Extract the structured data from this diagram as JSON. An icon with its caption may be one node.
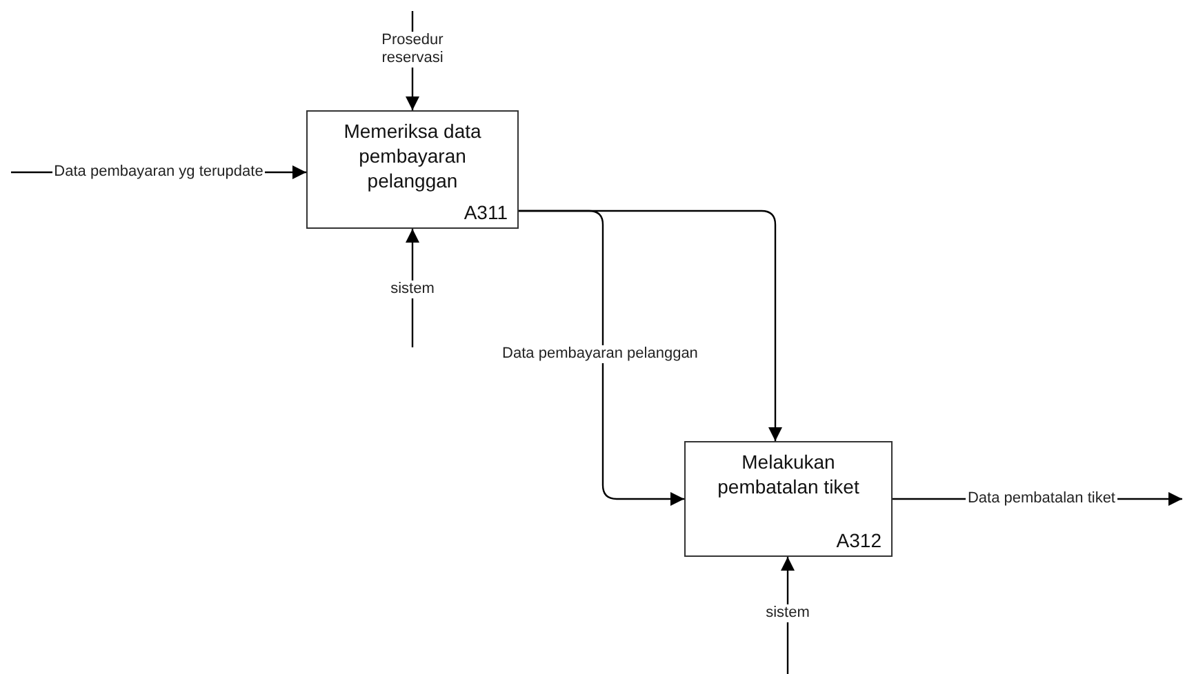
{
  "diagram": {
    "nodes": [
      {
        "text": [
          "Memeriksa data pembayaran pelanggan",
          "A311"
        ]
      },
      {
        "text": [
          "Melakukan pembatalan tiket",
          "A312"
        ]
      }
    ],
    "edges": [
      {
        "from": null,
        "to": 0,
        "arrow": "to",
        "label": "Prosedur reservasi"
      },
      {
        "from": null,
        "to": 0,
        "arrow": "to",
        "label": "Data pembayaran yg terupdate"
      },
      {
        "from": null,
        "to": 0,
        "arrow": "to",
        "label": "sistem"
      },
      {
        "from": 0,
        "to": 1,
        "arrow": "to",
        "label": "Data pembayaran pelanggan"
      },
      {
        "from": 0,
        "to": 1,
        "arrow": "to"
      },
      {
        "from": null,
        "to": 1,
        "arrow": "to",
        "label": "sistem"
      },
      {
        "from": 1,
        "to": null,
        "arrow": "to",
        "label": "Data pembatalan tiket"
      }
    ]
  }
}
